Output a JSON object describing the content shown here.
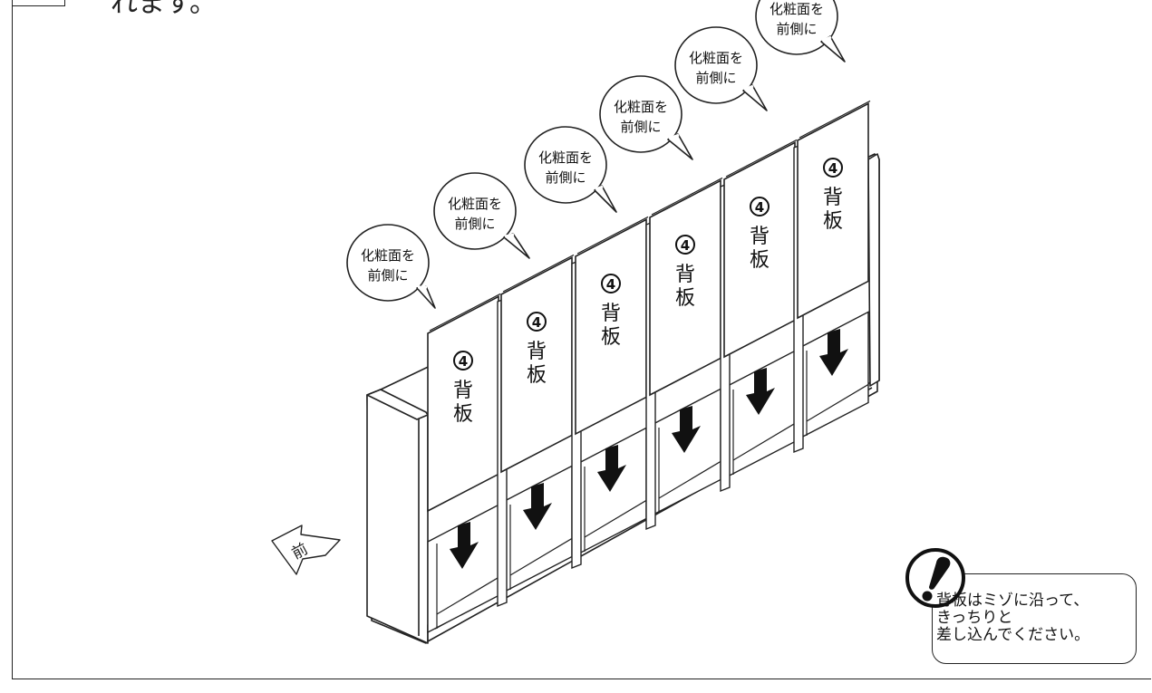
{
  "header": {
    "partial_text": "れます。"
  },
  "callouts": [
    {
      "line1": "化粧面を",
      "line2": "前側に"
    },
    {
      "line1": "化粧面を",
      "line2": "前側に"
    },
    {
      "line1": "化粧面を",
      "line2": "前側に"
    },
    {
      "line1": "化粧面を",
      "line2": "前側に"
    },
    {
      "line1": "化粧面を",
      "line2": "前側に"
    },
    {
      "line1": "化粧面を",
      "line2": "前側に"
    }
  ],
  "panels": [
    {
      "number": "4",
      "label_top": "背",
      "label_bottom": "板"
    },
    {
      "number": "4",
      "label_top": "背",
      "label_bottom": "板"
    },
    {
      "number": "4",
      "label_top": "背",
      "label_bottom": "板"
    },
    {
      "number": "4",
      "label_top": "背",
      "label_bottom": "板"
    },
    {
      "number": "4",
      "label_top": "背",
      "label_bottom": "板"
    },
    {
      "number": "4",
      "label_top": "背",
      "label_bottom": "板"
    }
  ],
  "front_arrow": {
    "label": "前"
  },
  "note": {
    "line1": "背板はミゾに沿って、",
    "line2": "きっちりと",
    "line3": "差し込んでください。"
  },
  "colors": {
    "ink": "#222222",
    "paper": "#ffffff"
  }
}
